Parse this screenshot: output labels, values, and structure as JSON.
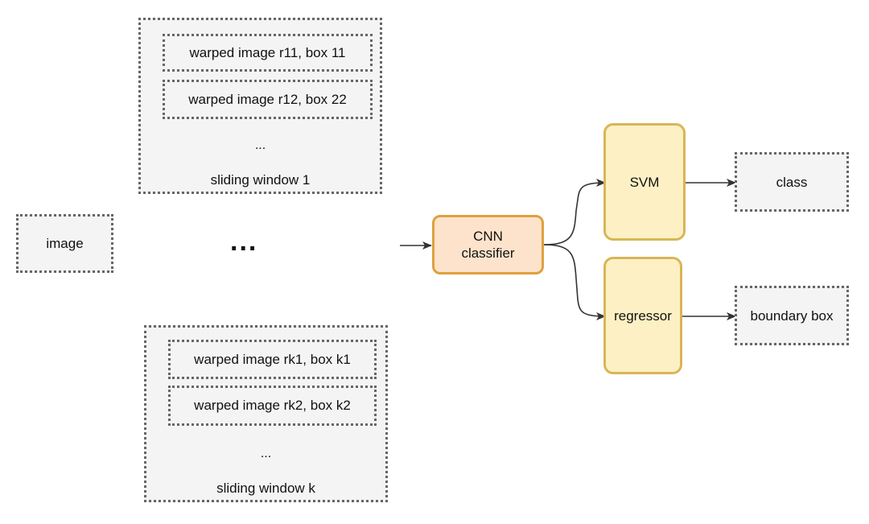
{
  "nodes": {
    "image": "image",
    "cnn_line1": "CNN",
    "cnn_line2": "classifier",
    "svm": "SVM",
    "regressor": "regressor",
    "class": "class",
    "boundary_box": "boundary box"
  },
  "group_1": {
    "items": [
      "warped image r11, box 11",
      "warped image r12, box 22"
    ],
    "ellipsis": "...",
    "label": "sliding window 1"
  },
  "group_k": {
    "items": [
      "warped image rk1, box k1",
      "warped image rk2, box k2"
    ],
    "ellipsis": "...",
    "label": "sliding window k"
  },
  "middle_ellipsis": "...",
  "colors": {
    "dotted_border": "#666666",
    "box_fill": "#f4f4f4",
    "cnn_fill": "#fde3cc",
    "cnn_border": "#e0a03c",
    "yellow_fill": "#fdf0c4",
    "yellow_border": "#d8b657",
    "edge": "#333333"
  }
}
